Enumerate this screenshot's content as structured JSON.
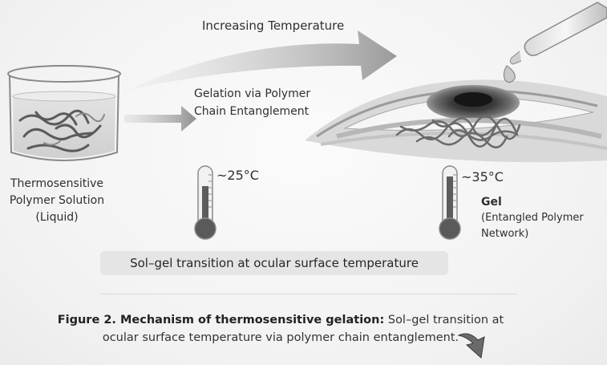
{
  "labels": {
    "top_arrow": "Increasing Temperature",
    "gelation_line1": "Gelation via Polymer",
    "gelation_line2": "Chain Entanglement",
    "solution_line1": "Thermosensitive",
    "solution_line2": "Polymer Solution",
    "solution_line3": "(Liquid)",
    "temp_low": "~25°C",
    "temp_high": "~35°C",
    "gel_title": "Gel",
    "gel_desc_line1": "(Entangled Polymer",
    "gel_desc_line2": "Network)"
  },
  "banner": "Sol–gel transition at ocular surface temperature",
  "caption": {
    "bold": "Figure 2. Mechanism of thermosensitive gelation:",
    "line1_rest": " Sol–gel transition at",
    "line2": "ocular surface temperature via polymer chain entanglement."
  }
}
